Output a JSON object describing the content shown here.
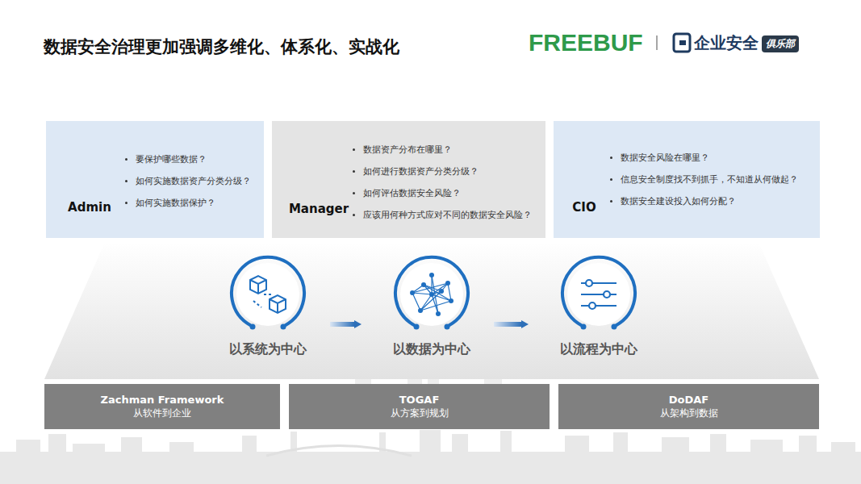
{
  "diagram": {
    "title": "数据安全治理更加强调多维化、体系化、实战化",
    "nodes": [
      {
        "text": [
          "Admin",
          "要保护哪些数据？",
          "如何实施数据资产分类分级？",
          "如何实施数据保护？"
        ]
      },
      {
        "text": [
          "Manager",
          "数据资产分布在哪里？",
          "如何进行数据资产分类分级？",
          "如何评估数据安全风险？",
          "应该用何种方式应对不同的数据安全风险？"
        ]
      },
      {
        "text": [
          "CIO",
          "数据安全风险在哪里？",
          "信息安全制度找不到抓手，不知道从何做起？",
          "数据安全建设投入如何分配？"
        ]
      },
      {
        "text": [
          "以系统为中心"
        ]
      },
      {
        "text": [
          "以数据为中心"
        ]
      },
      {
        "text": [
          "以流程为中心"
        ]
      },
      {
        "text": [
          "Zachman Framework",
          "从软件到企业"
        ]
      },
      {
        "text": [
          "TOGAF",
          "从方案到规划"
        ]
      },
      {
        "text": [
          "DoDAF",
          "从架构到数据"
        ]
      }
    ],
    "edges": [
      {
        "from": 3,
        "to": 4,
        "arrow": "to"
      },
      {
        "from": 4,
        "to": 5,
        "arrow": "to"
      }
    ],
    "labels": [
      "FREEBUF",
      "企业安全",
      "俱乐部"
    ]
  }
}
